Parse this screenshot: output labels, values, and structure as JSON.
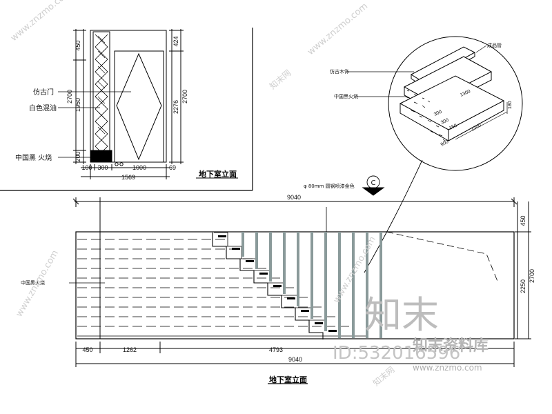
{
  "top_elevation": {
    "title": "地下室立面",
    "callouts": {
      "door": "仿古门",
      "paint": "白色混油",
      "stone": "中国黑 火烧"
    },
    "dims_left": [
      "450",
      "2700",
      "1950",
      "200"
    ],
    "dims_right": [
      "424",
      "2276",
      "2700"
    ],
    "dims_bottom": [
      "100",
      "300",
      "1000",
      "69",
      "1569"
    ]
  },
  "detail": {
    "callouts": {
      "top": "成品管",
      "left1": "仿古木饰",
      "left2": "中国黑火烧"
    },
    "dims": [
      "1300",
      "180",
      "300",
      "300",
      "150",
      "1300",
      "900"
    ]
  },
  "stair_elevation": {
    "title": "地下室立面",
    "section_marker": "C",
    "note_rail": "φ 80mm 圆钢喷漆金色",
    "note_left": "中国黑火烧",
    "dim_top_total": "9040",
    "dim_bottom_total": "9040",
    "dims_bottom": [
      "450",
      "1262",
      "4793"
    ],
    "dims_right": [
      "450",
      "2700",
      "2250"
    ]
  },
  "watermark": {
    "brand_big": "知末",
    "brand_name": "知末资料库",
    "id_text": "ID:532016596",
    "url": "www.znzmo.com",
    "diag_url": "www.znzmo.com",
    "diag_brand": "知末网"
  }
}
